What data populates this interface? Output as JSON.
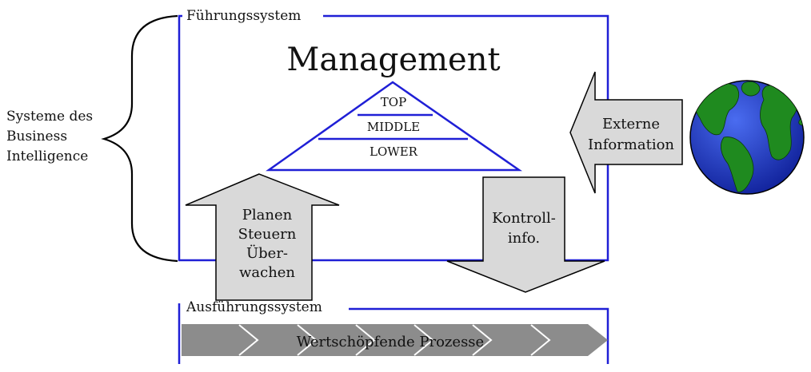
{
  "labels": {
    "fuehrungssystem": "Führungssystem",
    "management": "Management",
    "top": "TOP",
    "middle": "MIDDLE",
    "lower": "LOWER",
    "bi_lines": [
      "Systeme des",
      "Business",
      "Intelligence"
    ],
    "extern_lines": [
      "Externe",
      "Information"
    ],
    "planen_lines": [
      "Planen",
      "Steuern",
      "Über-",
      "wachen"
    ],
    "kontroll_lines": [
      "Kontroll-",
      "info."
    ],
    "ausfuehrungssystem": "Ausführungssystem",
    "prozesse": "Wertschöpfende Prozesse"
  },
  "colors": {
    "frame_blue": "#1f1fd6",
    "arrow_fill": "#d9d9d9",
    "process_fill": "#8c8c8c",
    "globe_ocean": "#1f3fd0",
    "globe_land": "#1f8a1f"
  },
  "icons": {
    "globe": "globe-icon"
  }
}
